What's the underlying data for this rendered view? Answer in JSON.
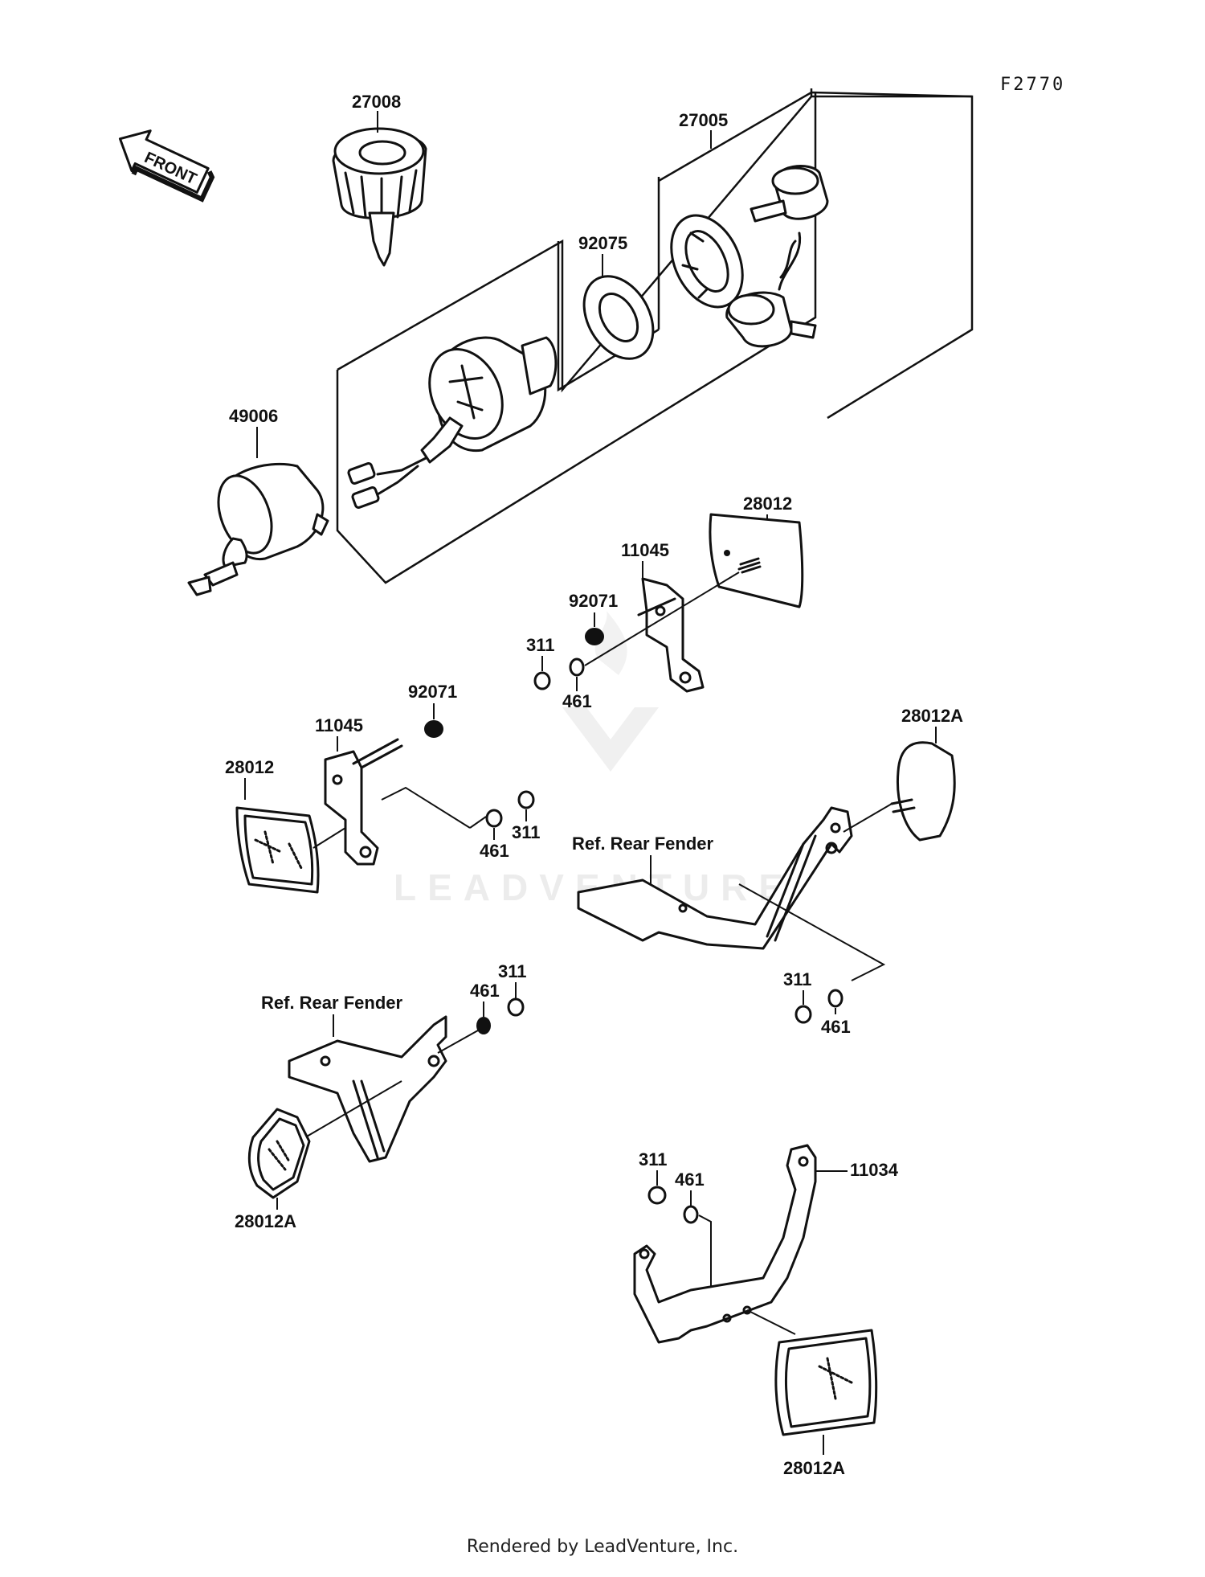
{
  "diagram": {
    "code": "F2770",
    "front_label": "FRONT",
    "parts": {
      "key": "27008",
      "key_set": "27005",
      "seal": "92075",
      "switch": "49006",
      "reflector_top": "28012",
      "bracket_top": "11045",
      "grommet_top": "92071",
      "nut_top": "311",
      "washer_top": "461",
      "grommet_mid": "92071",
      "bracket_mid": "11045",
      "reflector_mid": "28012",
      "washer_mid": "461",
      "nut_mid": "311",
      "reflector_right": "28012A",
      "nut_right": "311",
      "washer_right": "461",
      "nut_lower": "311",
      "washer_lower": "461",
      "reflector_lower": "28012A",
      "nut_bottom": "311",
      "washer_bottom": "461",
      "bracket_bottom": "11034",
      "reflector_bottom": "28012A"
    },
    "ref_rear_fender_right": "Ref. Rear Fender",
    "ref_rear_fender_left": "Ref. Rear Fender",
    "watermark": "LEADVENTURE"
  },
  "footer": "Rendered by LeadVenture, Inc."
}
